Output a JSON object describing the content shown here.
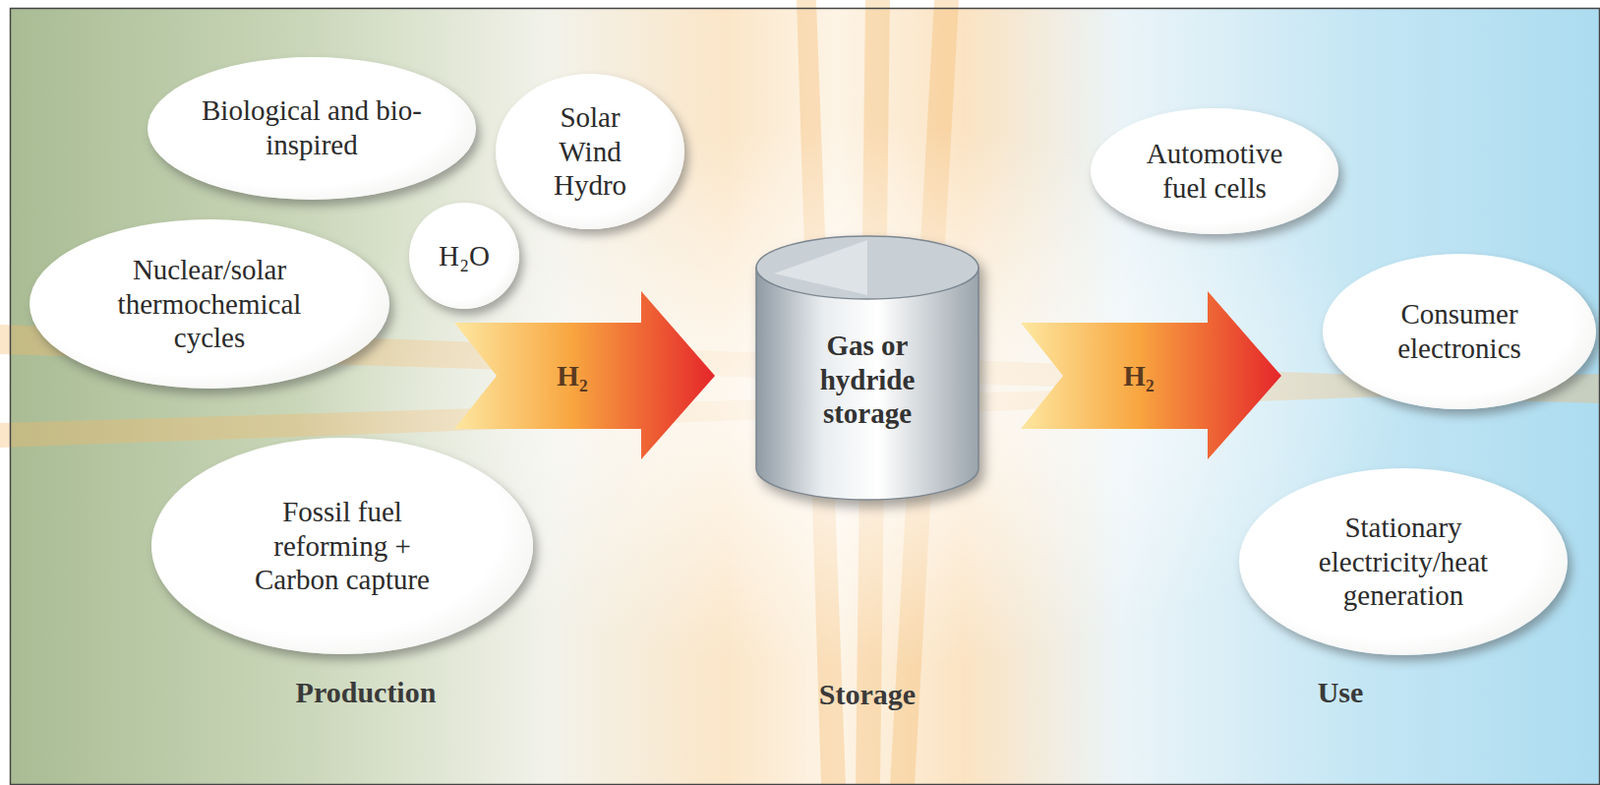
{
  "diagram": {
    "nodes": [
      {
        "text": [
          "Biological and bio-inspired"
        ]
      },
      {
        "text": [
          "Solar Wind Hydro"
        ]
      },
      {
        "text": [
          "H₂O"
        ]
      },
      {
        "text": [
          "Nuclear/solar thermochemical cycles"
        ]
      },
      {
        "text": [
          "Fossil fuel reforming + Carbon capture"
        ]
      },
      {
        "text": [
          "Gas or hydride storage"
        ]
      },
      {
        "text": [
          "Automotive fuel cells"
        ]
      },
      {
        "text": [
          "Consumer electronics"
        ]
      },
      {
        "text": [
          "Stationary electricity/heat generation"
        ]
      }
    ],
    "labels": [
      "H₂",
      "H₂",
      "Production",
      "Storage",
      "Use"
    ]
  }
}
